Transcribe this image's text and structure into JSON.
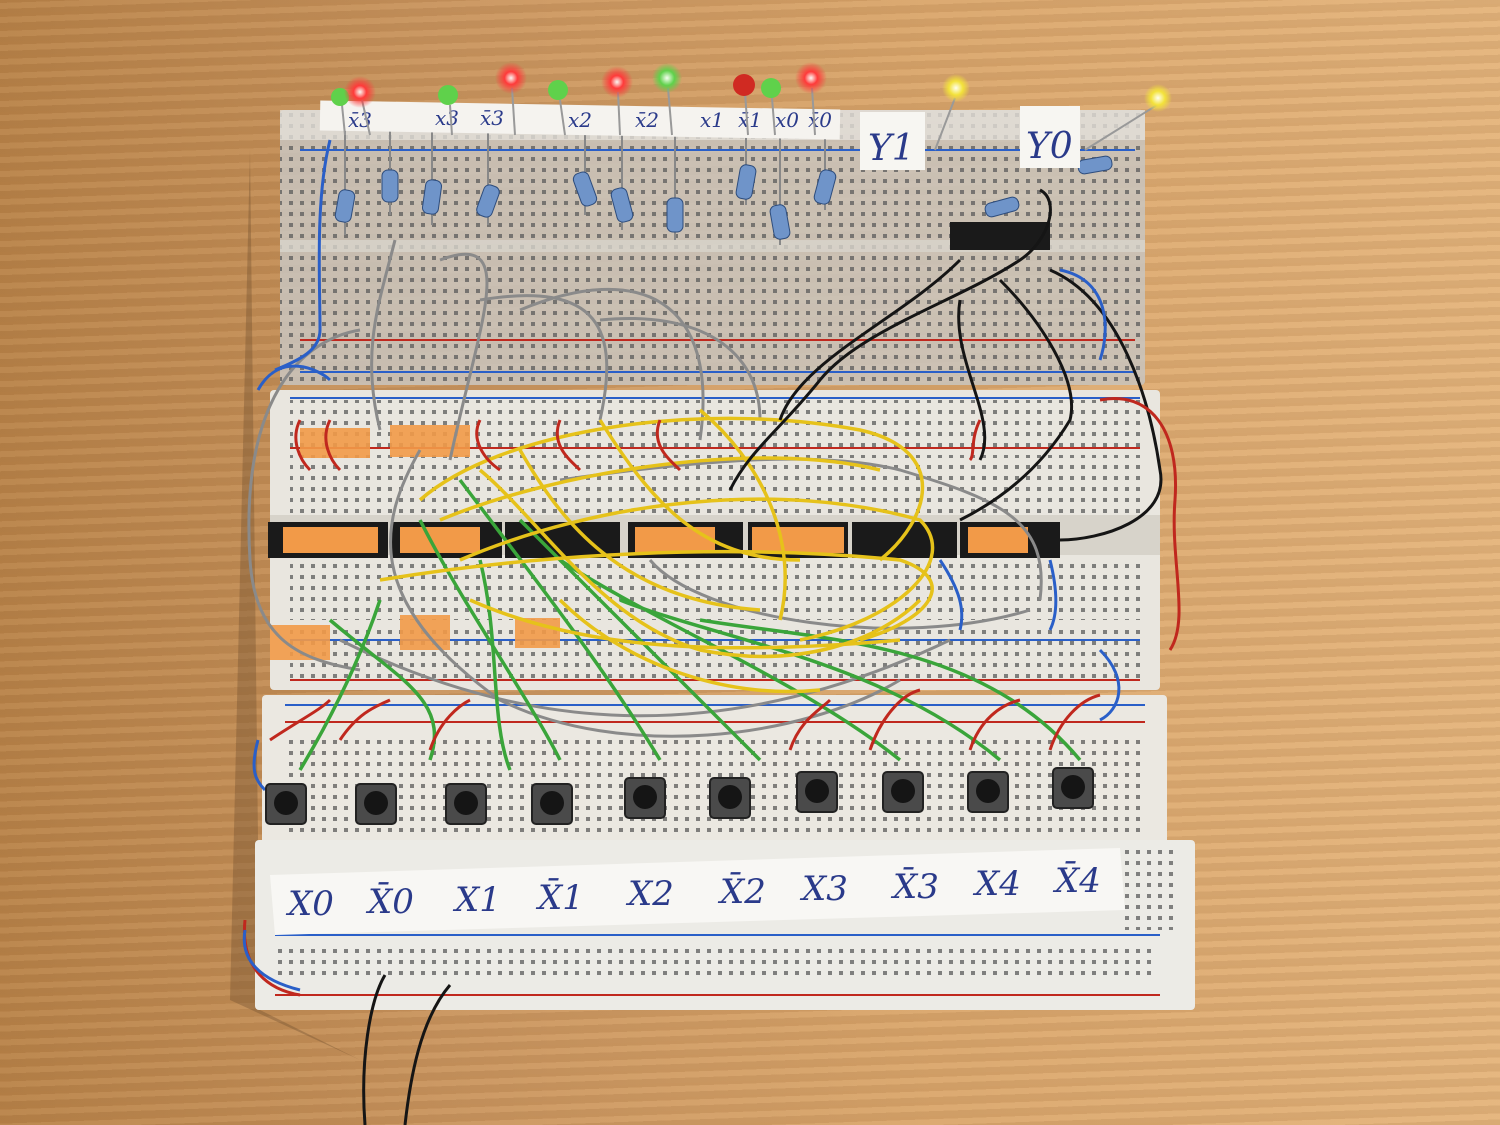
{
  "top_labels": [
    "x̄3",
    "x3",
    "x̄3",
    "x2",
    "x̄2",
    "x1",
    "x̄1",
    "x0",
    "x̄0"
  ],
  "output_labels": [
    "Y1",
    "Y0"
  ],
  "input_labels": [
    "X0",
    "X̄0",
    "X1",
    "X̄1",
    "X2",
    "X̄2",
    "X3",
    "X̄3",
    "X4",
    "X̄4"
  ],
  "led_colors": {
    "red": "#ff3a3a",
    "green": "#5fd14b",
    "yellow": "#f3e23a"
  },
  "wire_colors": {
    "yellow": "#e6c21a",
    "green": "#3aa53a",
    "gray": "#8a8a8a",
    "black": "#151515",
    "red": "#c0281e",
    "blue": "#2a5fc8"
  }
}
